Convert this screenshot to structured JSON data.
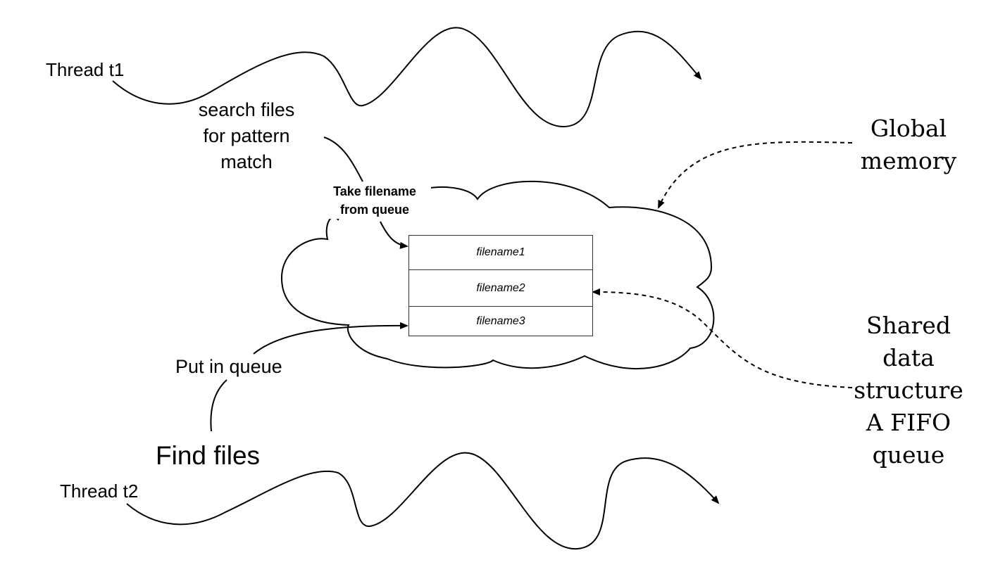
{
  "labels": {
    "thread_t1": "Thread t1",
    "thread_t2": "Thread t2",
    "search_files": [
      "search files",
      "for pattern",
      "match"
    ],
    "take_filename": [
      "Take filename",
      "from queue"
    ],
    "put_in_queue": "Put in queue",
    "find_files": "Find files",
    "global_memory": [
      "Global",
      "memory"
    ],
    "shared_data": [
      "Shared",
      "data",
      "structure",
      "A FIFO",
      "queue"
    ]
  },
  "queue": {
    "items": [
      "filename1",
      "filename2",
      "filename3"
    ]
  },
  "colors": {
    "stroke": "#000000",
    "background": "#ffffff"
  }
}
